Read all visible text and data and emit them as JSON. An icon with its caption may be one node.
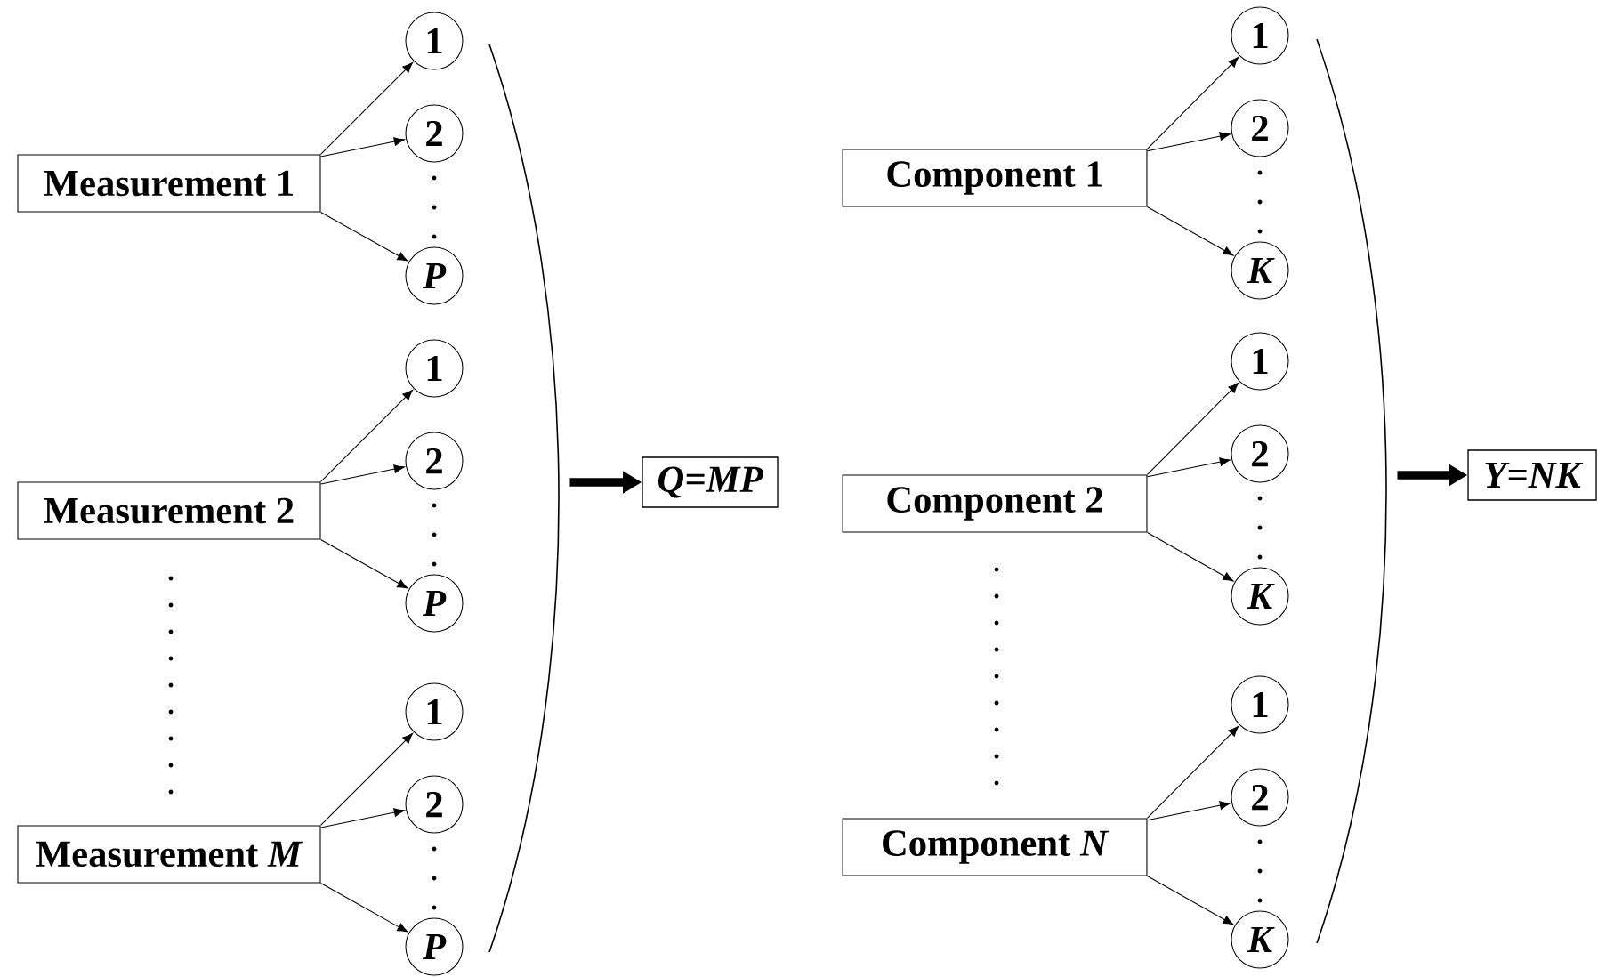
{
  "diagram": {
    "nodes": [
      {
        "text": [
          "Measurement 1"
        ]
      },
      {
        "text": [
          "1"
        ]
      },
      {
        "text": [
          "2"
        ]
      },
      {
        "text": [
          "P"
        ]
      },
      {
        "text": [
          "Measurement 2"
        ]
      },
      {
        "text": [
          "1"
        ]
      },
      {
        "text": [
          "2"
        ]
      },
      {
        "text": [
          "P"
        ]
      },
      {
        "text": [
          "Measurement *M*"
        ]
      },
      {
        "text": [
          "1"
        ]
      },
      {
        "text": [
          "2"
        ]
      },
      {
        "text": [
          "P"
        ]
      },
      {
        "text": [
          "Q=MP"
        ]
      },
      {
        "text": [
          "Component 1"
        ]
      },
      {
        "text": [
          "1"
        ]
      },
      {
        "text": [
          "2"
        ]
      },
      {
        "text": [
          "K"
        ]
      },
      {
        "text": [
          "Component 2"
        ]
      },
      {
        "text": [
          "1"
        ]
      },
      {
        "text": [
          "2"
        ]
      },
      {
        "text": [
          "K"
        ]
      },
      {
        "text": [
          "Component *N*"
        ]
      },
      {
        "text": [
          "1"
        ]
      },
      {
        "text": [
          "2"
        ]
      },
      {
        "text": [
          "K"
        ]
      },
      {
        "text": [
          "Y=NK"
        ]
      },
      {
        "text": [],
        "shape": "bracket"
      },
      {
        "text": [],
        "shape": "bracket"
      }
    ],
    "edges": [
      {
        "from": 0,
        "to": 1,
        "arrow": "to"
      },
      {
        "from": 0,
        "to": 2,
        "arrow": "to"
      },
      {
        "from": 0,
        "to": 3,
        "arrow": "to"
      },
      {
        "from": 4,
        "to": 5,
        "arrow": "to"
      },
      {
        "from": 4,
        "to": 6,
        "arrow": "to"
      },
      {
        "from": 4,
        "to": 7,
        "arrow": "to"
      },
      {
        "from": 8,
        "to": 9,
        "arrow": "to"
      },
      {
        "from": 8,
        "to": 10,
        "arrow": "to"
      },
      {
        "from": 8,
        "to": 11,
        "arrow": "to"
      },
      {
        "from": 26,
        "to": 12,
        "arrow": "to",
        "style": "thick"
      },
      {
        "from": 13,
        "to": 14,
        "arrow": "to"
      },
      {
        "from": 13,
        "to": 15,
        "arrow": "to"
      },
      {
        "from": 13,
        "to": 16,
        "arrow": "to"
      },
      {
        "from": 17,
        "to": 18,
        "arrow": "to"
      },
      {
        "from": 17,
        "to": 19,
        "arrow": "to"
      },
      {
        "from": 17,
        "to": 20,
        "arrow": "to"
      },
      {
        "from": 21,
        "to": 22,
        "arrow": "to"
      },
      {
        "from": 21,
        "to": 23,
        "arrow": "to"
      },
      {
        "from": 21,
        "to": 24,
        "arrow": "to"
      },
      {
        "from": 27,
        "to": 25,
        "arrow": "to",
        "style": "thick"
      }
    ]
  }
}
